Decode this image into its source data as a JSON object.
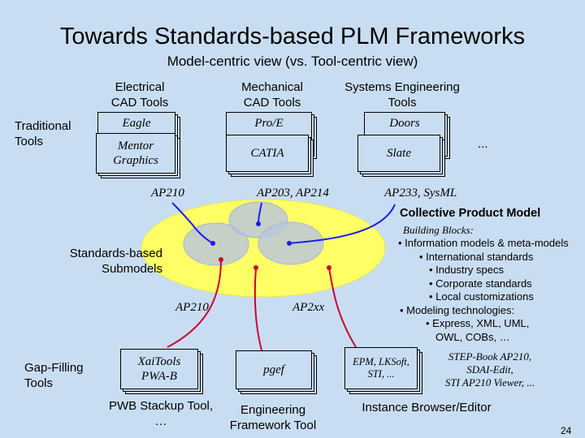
{
  "title": "Towards Standards-based PLM Frameworks",
  "subtitle": "Model-centric view (vs. Tool-centric view)",
  "columns": {
    "electrical": "Electrical\nCAD Tools",
    "mechanical": "Mechanical\nCAD Tools",
    "systems": "Systems Engineering\nTools"
  },
  "traditional_label": "Traditional\nTools",
  "tools": {
    "eagle": "Eagle",
    "mentor": "Mentor\nGraphics",
    "proe": "Pro/E",
    "catia": "CATIA",
    "doors": "Doors",
    "slate": "Slate",
    "ellipsis": "..."
  },
  "ap_labels": {
    "ap210_top": "AP210",
    "ap203": "AP203, AP214",
    "ap233": "AP233, SysML",
    "ap210_mid": "AP210",
    "ap2xx": "AP2xx"
  },
  "cpm_title": "Collective Product Model",
  "building_blocks": {
    "heading": "Building Blocks:",
    "items": [
      "• Information models & meta-models",
      "• International standards",
      "• Industry specs",
      "• Corporate standards",
      "• Local customizations",
      "• Modeling technologies:",
      "• Express, XML, UML,",
      "OWL, COBs, …"
    ]
  },
  "submodels_label": "Standards-based\nSubmodels",
  "gap_label": "Gap-Filling\nTools",
  "gap_tools": {
    "xai": "XaiTools\nPWA-B",
    "pgef": "pgef",
    "epm": "EPM, LKSoft,\nSTI, ...",
    "stepbook": "STEP-Book AP210,\nSDAI-Edit,\nSTI AP210 Viewer, ..."
  },
  "bottom": {
    "pwb": "PWB Stackup Tool,\n…",
    "engineering": "Engineering\nFramework Tool",
    "instance": "Instance Browser/Editor"
  },
  "page_number": "24",
  "colors": {
    "background": "#c9ddf2",
    "cpm_fill": "#ffff66",
    "submodel_fill": "#b8c4e0",
    "blue_line": "#1a1aff",
    "red_line": "#cc0033"
  }
}
